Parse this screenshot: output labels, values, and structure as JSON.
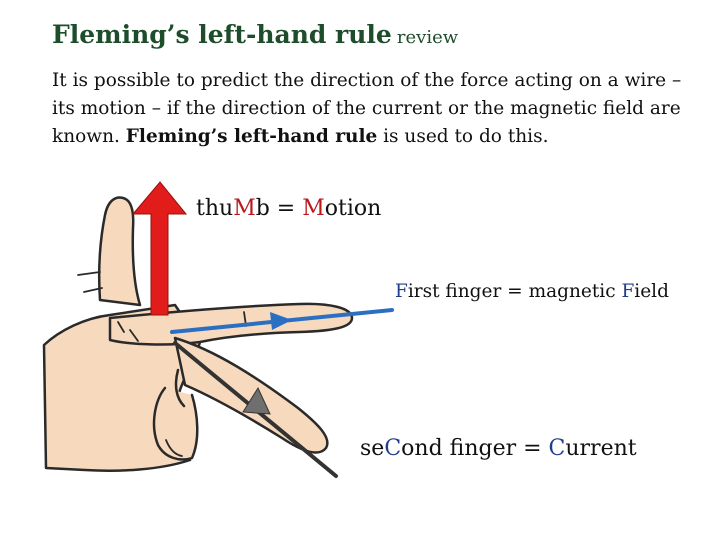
{
  "title": {
    "main": "Fleming’s left-hand rule",
    "suffix": "review"
  },
  "intro": {
    "part1": "It is possible to predict the direction of the force acting on a wire – its motion – if the direction of the current or the magnetic field are known. ",
    "bold": "Fleming’s left-hand rule",
    "part2": " is used to do this."
  },
  "labels": {
    "thumb": {
      "pre": "thu",
      "hl1": "M",
      "mid": "b = ",
      "hl2": "M",
      "post": "otion"
    },
    "first": {
      "pre": "",
      "hl1": "F",
      "mid": "irst finger =  magnetic ",
      "hl2": "F",
      "post": "ield"
    },
    "second": {
      "pre": "se",
      "hl1": "C",
      "mid": "ond finger  = ",
      "hl2": "C",
      "post": "urrent"
    }
  },
  "colors": {
    "title": "#1e4d2b",
    "motion_arrow": "#e21b1b",
    "field_arrow": "#2b6fc2",
    "current_line": "#333333",
    "skin": "#f7d9bd",
    "skin_outline": "#2a2a2a"
  },
  "icons": {
    "hand": "left-hand-illustration",
    "motion": "arrow-up",
    "field": "arrow-right",
    "current": "arrow-down-right"
  }
}
